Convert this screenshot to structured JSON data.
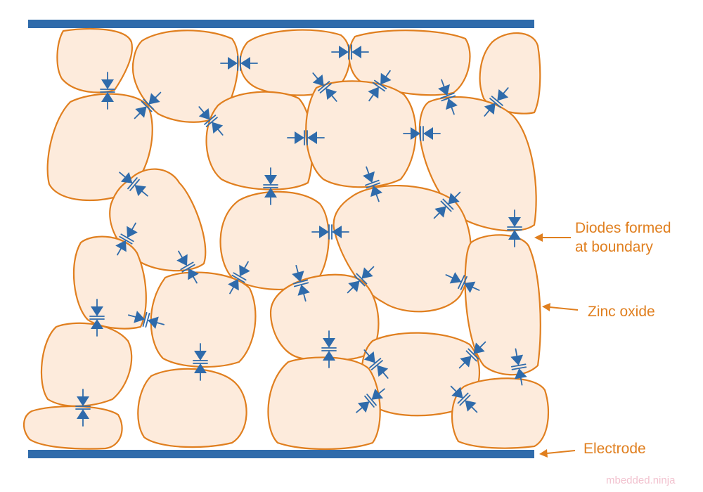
{
  "labels": {
    "diodes_line1": "Diodes formed",
    "diodes_line2": "at boundary",
    "zinc_oxide": "Zinc oxide",
    "electrode": "Electrode"
  },
  "watermark": "mbedded.ninja",
  "colors": {
    "grain_fill": "#fdebdc",
    "grain_stroke": "#e07f1f",
    "electrode": "#2f6bab",
    "diode": "#2f6bab",
    "callout": "#e07f1f"
  },
  "legend_items": [
    {
      "name": "diodes",
      "icon": "arrow-icon"
    },
    {
      "name": "zinc-oxide",
      "icon": "arrow-icon"
    },
    {
      "name": "electrode",
      "icon": "arrow-icon"
    }
  ]
}
